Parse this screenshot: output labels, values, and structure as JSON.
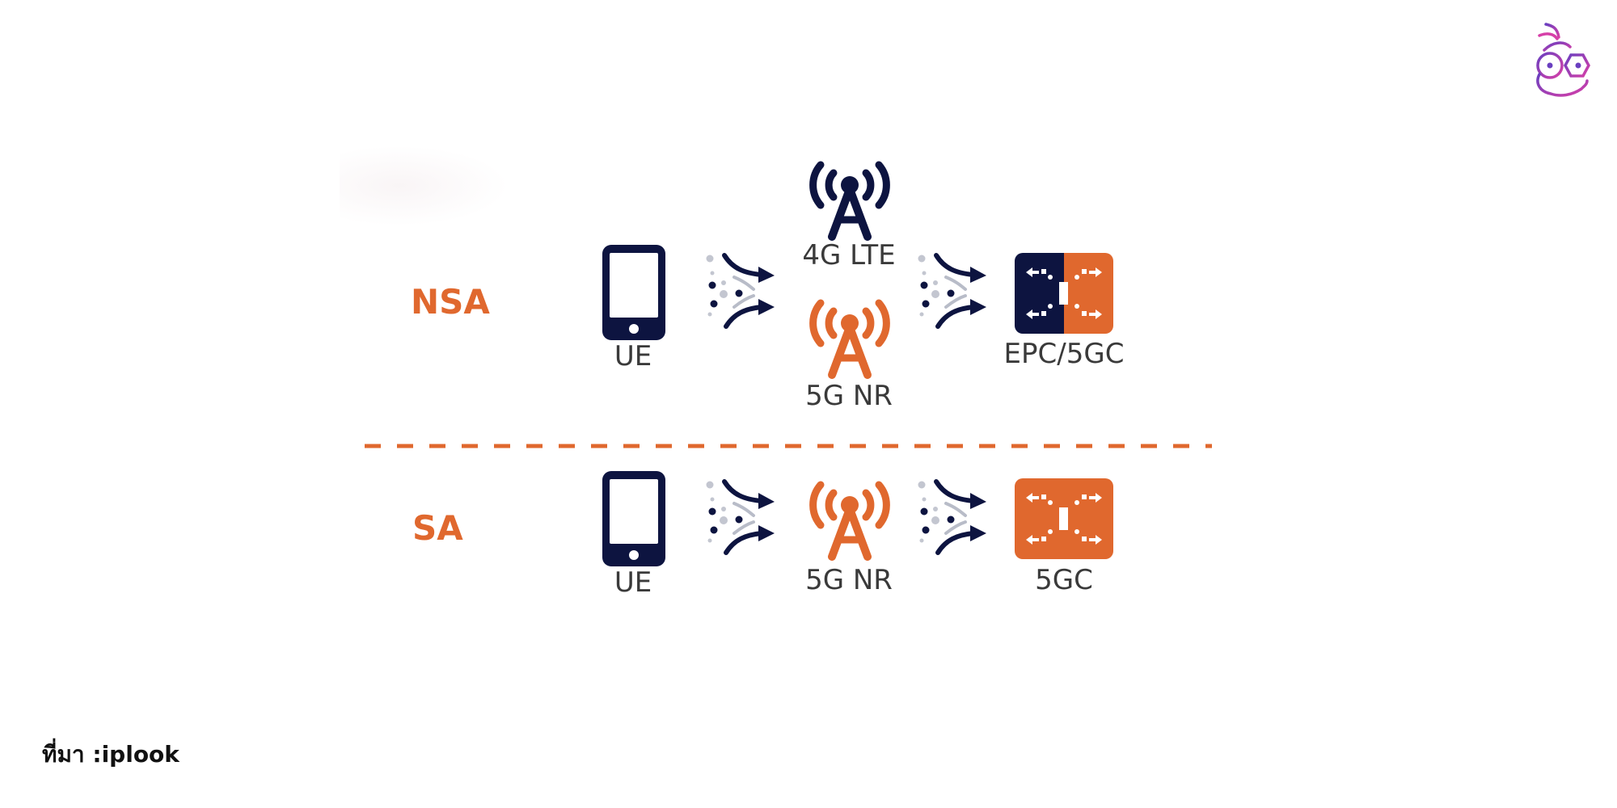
{
  "colors": {
    "navy": "#0d1440",
    "orange": "#e0682e",
    "label_gray": "#3a3a3a",
    "arrow_gray": "#b8bcc8",
    "logo_purple": "#6a3fc0",
    "logo_pink": "#d63fa8"
  },
  "rows": [
    {
      "id": "nsa",
      "mode_label": "NSA",
      "ue_label": "UE",
      "towers": [
        {
          "label": "4G LTE",
          "color": "navy"
        },
        {
          "label": "5G NR",
          "color": "orange"
        }
      ],
      "core_label": "EPC/5GC",
      "core_style": "split-navy-orange"
    },
    {
      "id": "sa",
      "mode_label": "SA",
      "ue_label": "UE",
      "towers": [
        {
          "label": "5G NR",
          "color": "orange"
        }
      ],
      "core_label": "5GC",
      "core_style": "orange"
    }
  ],
  "icons": {
    "ue": "smartphone-icon",
    "tower": "cell-tower-icon",
    "arrows": "converging-arrows-icon",
    "core": "core-network-icon",
    "logo": "brand-logo-icon"
  },
  "source": "ที่มา :iplook"
}
